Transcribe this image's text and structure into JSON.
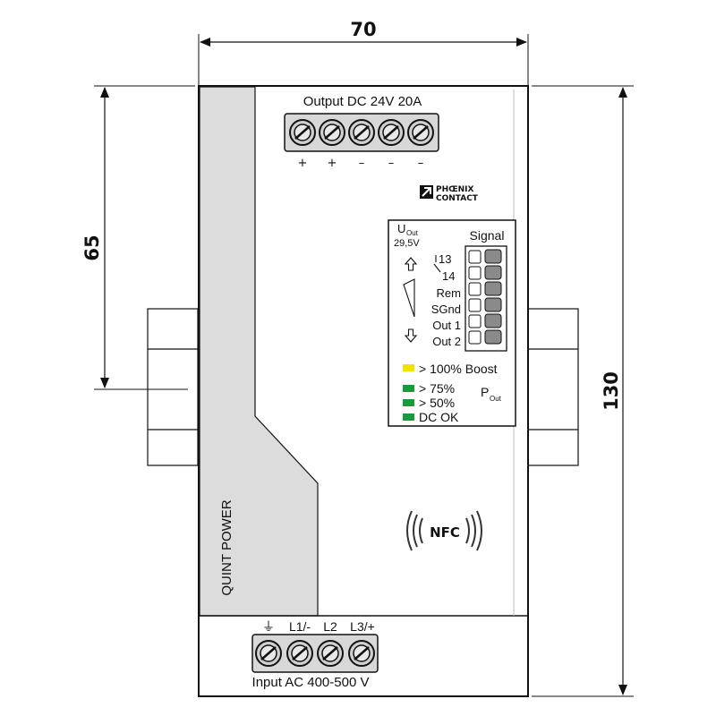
{
  "dimensions": {
    "width": "70",
    "height": "130",
    "rail_height": "65"
  },
  "brand": {
    "line1": "PHŒNIX",
    "line2": "CONTACT"
  },
  "product": {
    "name": "QUINT POWER"
  },
  "output": {
    "label": "Output DC 24V 20A",
    "polarity": [
      "+",
      "+",
      "–",
      "–",
      "–"
    ]
  },
  "input": {
    "label": "Input AC 400-500 V",
    "terminals": [
      "⏚",
      "L1/-",
      "L2",
      "L3/+"
    ]
  },
  "signal": {
    "title": "Signal",
    "uout_label": "U",
    "uout_sub": "Out",
    "uout_value": "29,5V",
    "contact_13": "13",
    "contact_14": "14",
    "pins": [
      "Rem",
      "SGnd",
      "Out 1",
      "Out 2"
    ]
  },
  "leds": [
    {
      "label": "> 100% Boost",
      "color": "#f2e200"
    },
    {
      "label": "> 75%",
      "color": "#1a9a3a"
    },
    {
      "label": "> 50%",
      "color": "#1a9a3a"
    },
    {
      "label": "DC OK",
      "color": "#1a9a3a"
    }
  ],
  "pout": {
    "label": "P",
    "sub": "Out"
  },
  "nfc": {
    "label": "NFC"
  },
  "colors": {
    "housing_stripe": "#dcdcdc",
    "line": "#111111",
    "terminal": "#c9c9c9"
  }
}
